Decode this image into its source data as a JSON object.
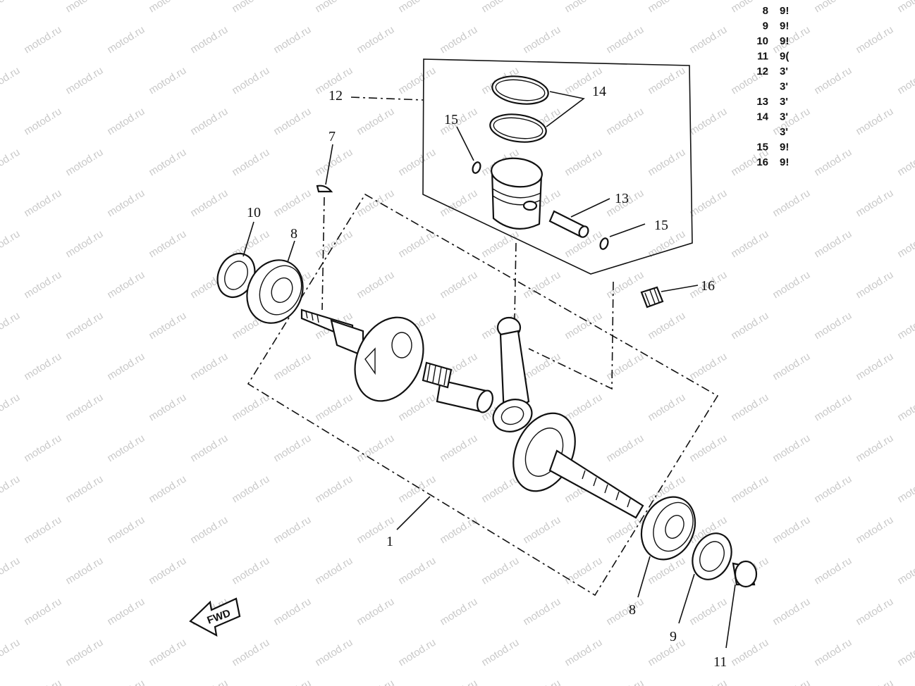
{
  "watermark": "motod.ru",
  "callouts": {
    "c1": "1",
    "c7": "7",
    "c8a": "8",
    "c8b": "8",
    "c9": "9",
    "c10": "10",
    "c11": "11",
    "c12": "12",
    "c13": "13",
    "c14": "14",
    "c15a": "15",
    "c15b": "15",
    "c16": "16"
  },
  "fwd_label": "FWD",
  "legend": [
    {
      "num": "8",
      "code": "9!"
    },
    {
      "num": "9",
      "code": "9!"
    },
    {
      "num": "10",
      "code": "9!"
    },
    {
      "num": "11",
      "code": "9("
    },
    {
      "num": "12",
      "code": "3'"
    },
    {
      "num": "",
      "code": "3'"
    },
    {
      "num": "13",
      "code": "3'"
    },
    {
      "num": "14",
      "code": "3'"
    },
    {
      "num": "",
      "code": "3'"
    },
    {
      "num": "15",
      "code": "9!"
    },
    {
      "num": "16",
      "code": "9!"
    }
  ]
}
